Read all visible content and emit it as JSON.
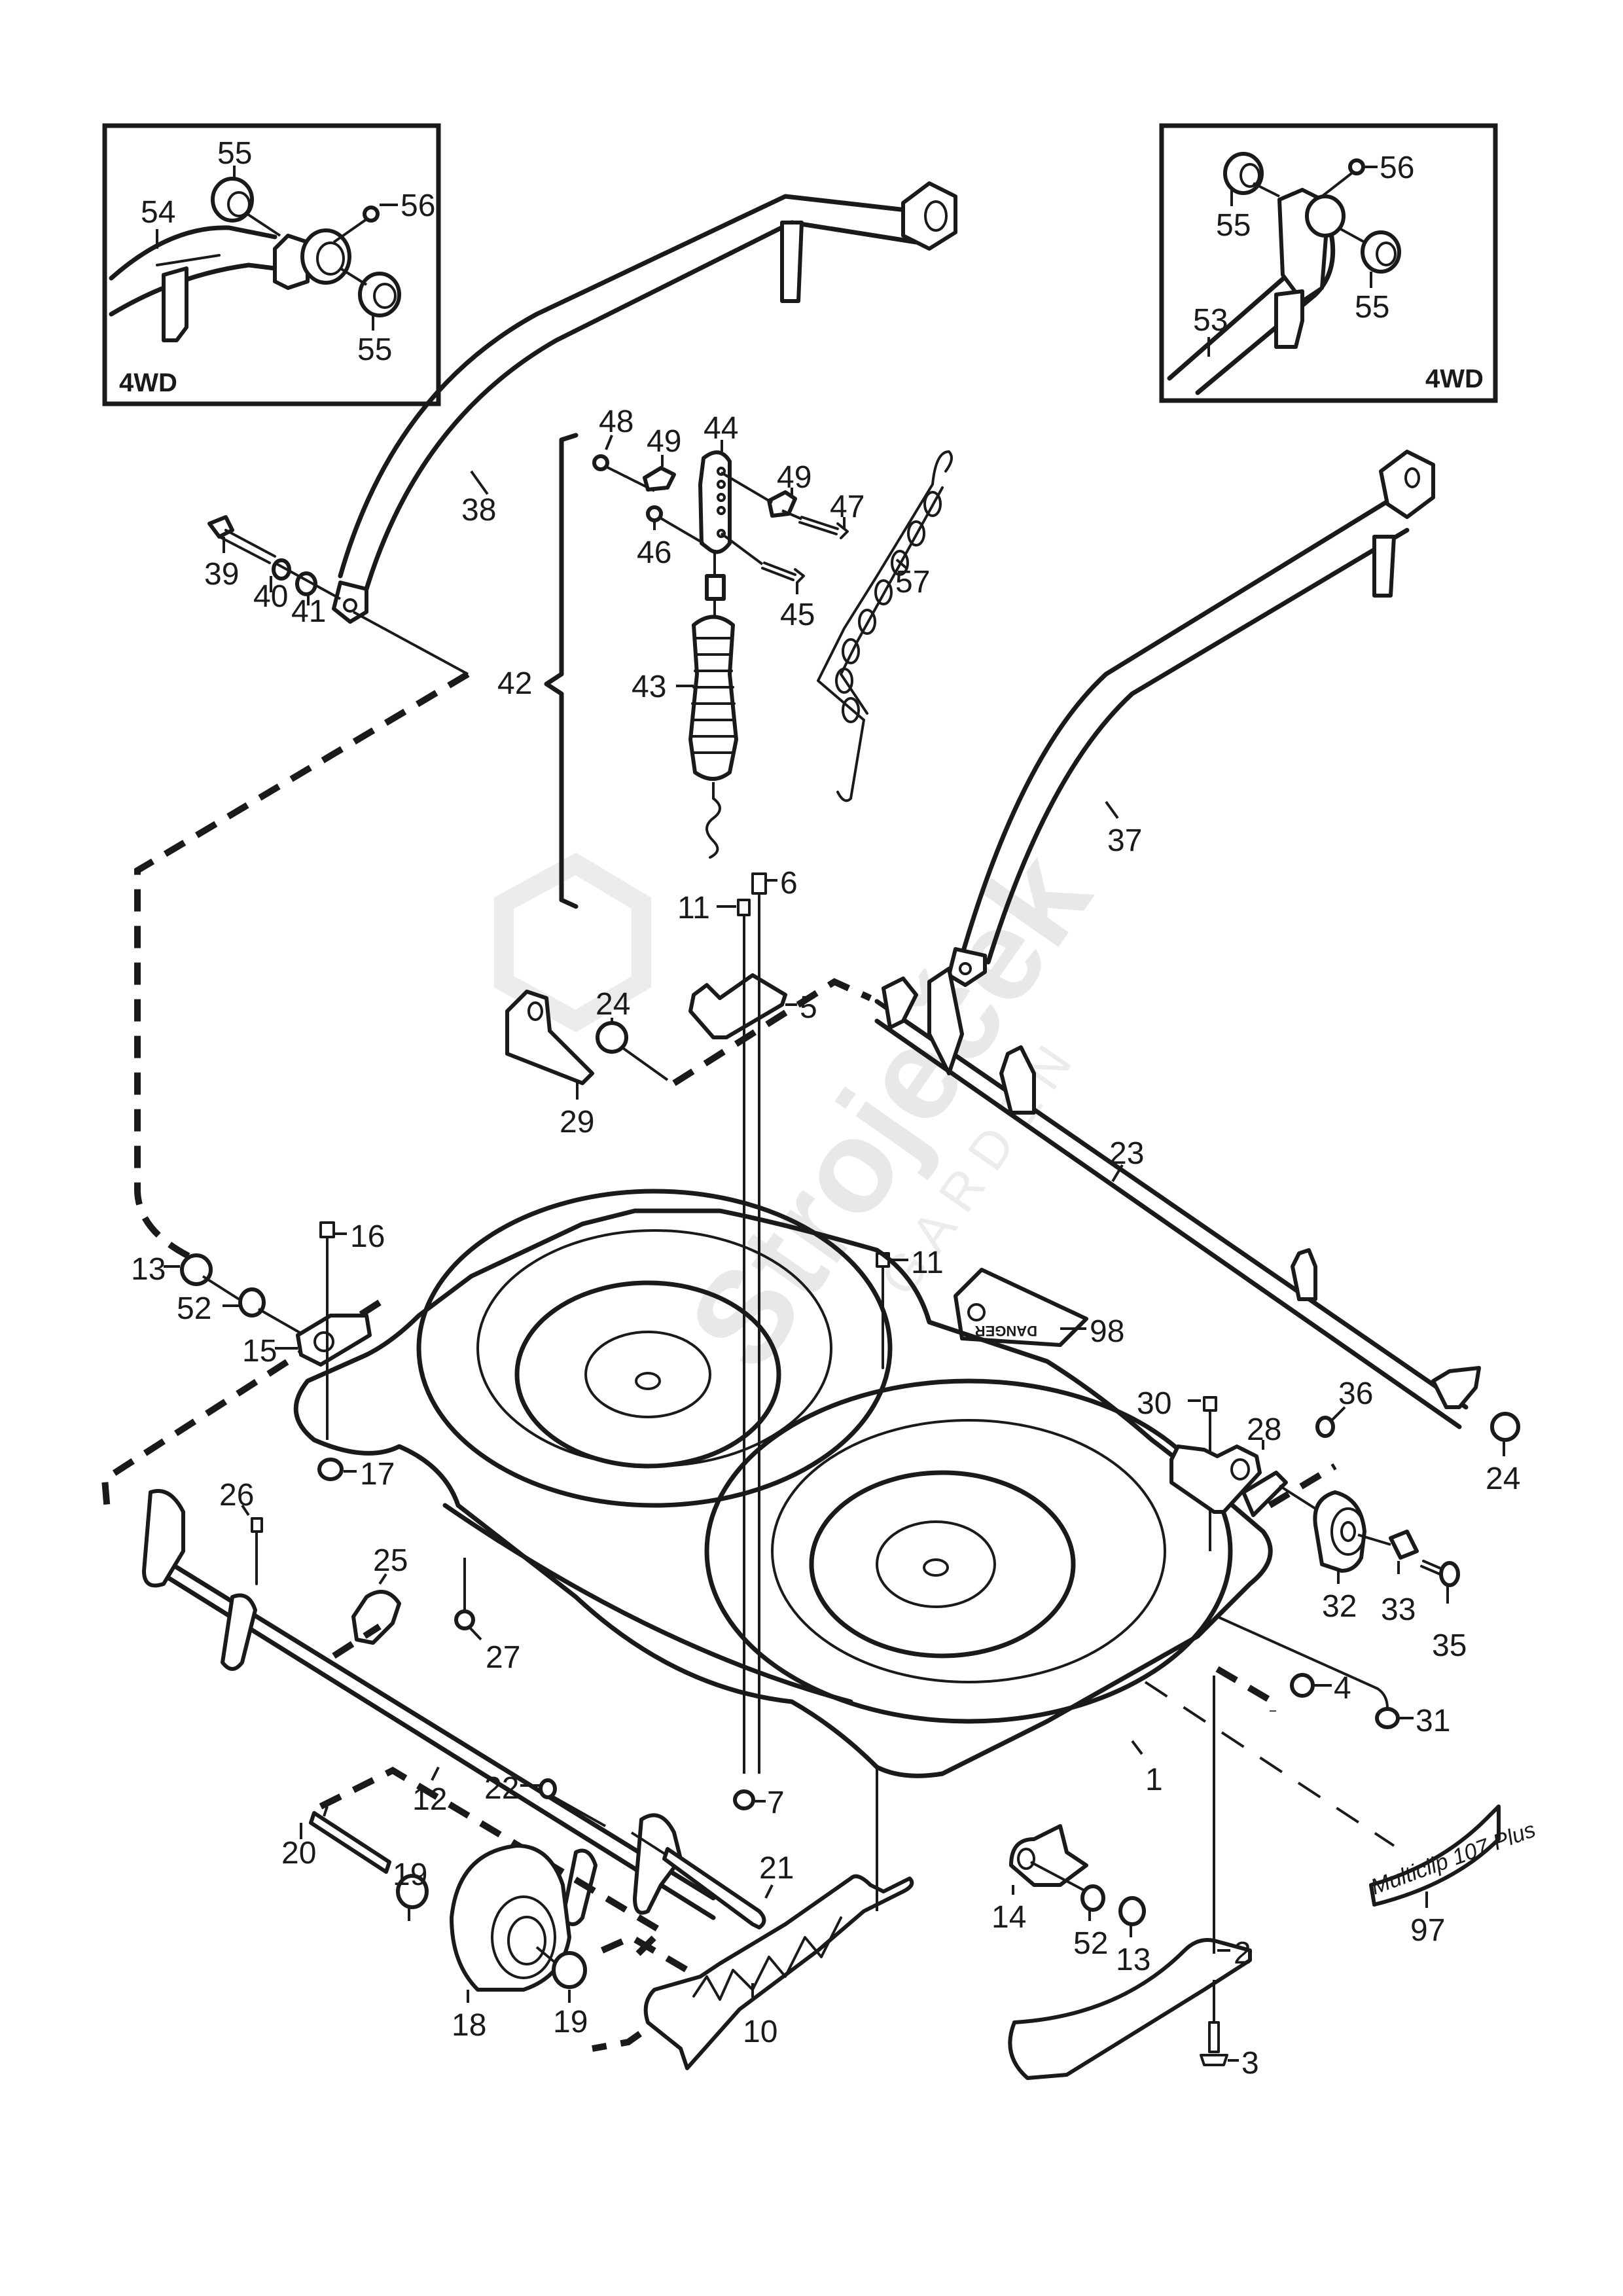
{
  "diagram": {
    "title": "Mower deck exploded parts diagram",
    "watermark": {
      "brand": "Stroječek",
      "sub": "GARDEN"
    },
    "insets": [
      {
        "id": "inset-left",
        "tag": "4WD",
        "labels": [
          "55",
          "56",
          "54",
          "55"
        ]
      },
      {
        "id": "inset-right",
        "tag": "4WD",
        "labels": [
          "55",
          "56",
          "53",
          "55"
        ]
      }
    ],
    "decals": {
      "model_decal_text": "Multiclip 107 Plus",
      "danger_decal_text": "DANGER"
    },
    "part_labels": {
      "p1": "1",
      "p2": "2",
      "p3": "3",
      "p4": "4",
      "p5": "5",
      "p6": "6",
      "p7": "7",
      "p10": "10",
      "p11a": "11",
      "p11b": "11",
      "p12": "12",
      "p13a": "13",
      "p13b": "13",
      "p14": "14",
      "p15": "15",
      "p16": "16",
      "p17": "17",
      "p18": "18",
      "p19a": "19",
      "p19b": "19",
      "p20": "20",
      "p21": "21",
      "p22": "22",
      "p23": "23",
      "p24a": "24",
      "p24b": "24",
      "p25": "25",
      "p26": "26",
      "p27": "27",
      "p28": "28",
      "p29": "29",
      "p30": "30",
      "p31": "31",
      "p32": "32",
      "p33": "33",
      "p35": "35",
      "p36": "36",
      "p37": "37",
      "p38": "38",
      "p39": "39",
      "p40": "40",
      "p41": "41",
      "p42": "42",
      "p43": "43",
      "p44": "44",
      "p45": "45",
      "p46": "46",
      "p47": "47",
      "p48": "48",
      "p49a": "49",
      "p49b": "49",
      "p52a": "52",
      "p52b": "52",
      "p57": "57",
      "p97": "97",
      "p98": "98"
    },
    "inset_labels": {
      "l55a": "55",
      "l56": "56",
      "l54": "54",
      "l55b": "55",
      "r55a": "55",
      "r56": "56",
      "r53": "53",
      "r55b": "55"
    }
  }
}
